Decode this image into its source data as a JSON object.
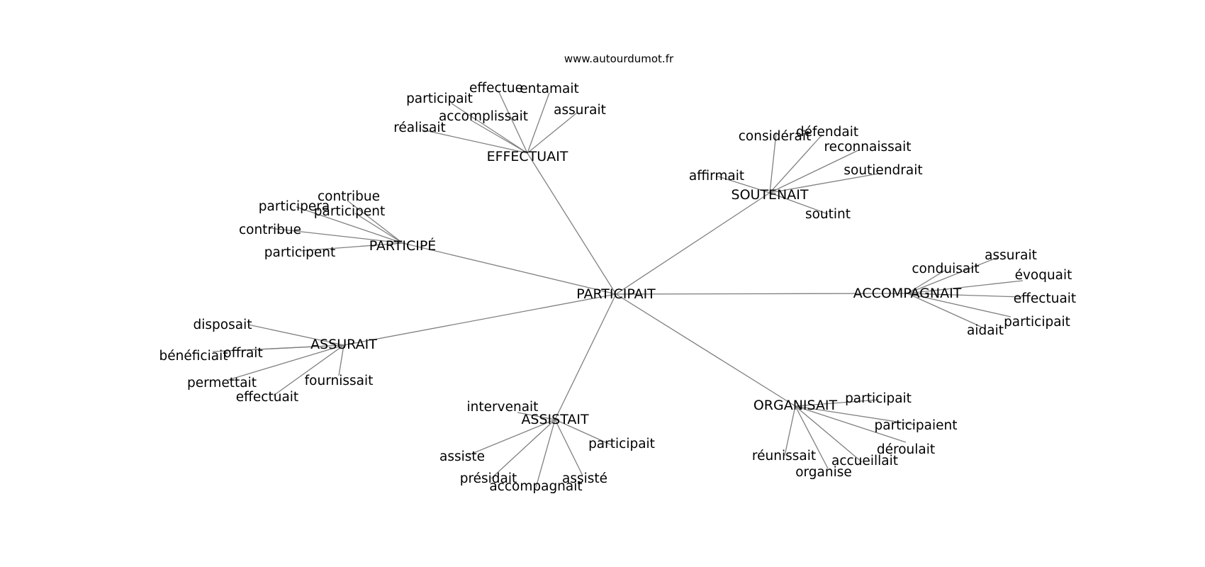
{
  "site": "www.autourdumot.fr",
  "center": "PARTICIPAIT",
  "hubs": [
    {
      "id": "effectuait",
      "label": "EFFECTUAIT",
      "leaves": [
        "effectue",
        "entamait",
        "participait",
        "accomplissait",
        "assurait",
        "réalisait"
      ]
    },
    {
      "id": "soutenait",
      "label": "SOUTENAIT",
      "leaves": [
        "considérait",
        "défendait",
        "reconnaissait",
        "affirmait",
        "soutiendrait",
        "soutint"
      ]
    },
    {
      "id": "participe",
      "label": "PARTICIPÉ",
      "leaves": [
        "contribue",
        "participera",
        "participent",
        "contribue",
        "participent"
      ]
    },
    {
      "id": "accompagnait",
      "label": "ACCOMPAGNAIT",
      "leaves": [
        "assurait",
        "conduisait",
        "évoquait",
        "effectuait",
        "participait",
        "aidait"
      ]
    },
    {
      "id": "assurait",
      "label": "ASSURAIT",
      "leaves": [
        "disposait",
        "bénéficiait",
        "offrait",
        "permettait",
        "fournissait",
        "effectuait"
      ]
    },
    {
      "id": "assistait",
      "label": "ASSISTAIT",
      "leaves": [
        "intervenait",
        "participait",
        "assiste",
        "présidait",
        "assisté",
        "accompagnait"
      ]
    },
    {
      "id": "organisait",
      "label": "ORGANISAIT",
      "leaves": [
        "participait",
        "participaient",
        "déroulait",
        "réunissait",
        "accueillait",
        "organise"
      ]
    }
  ]
}
